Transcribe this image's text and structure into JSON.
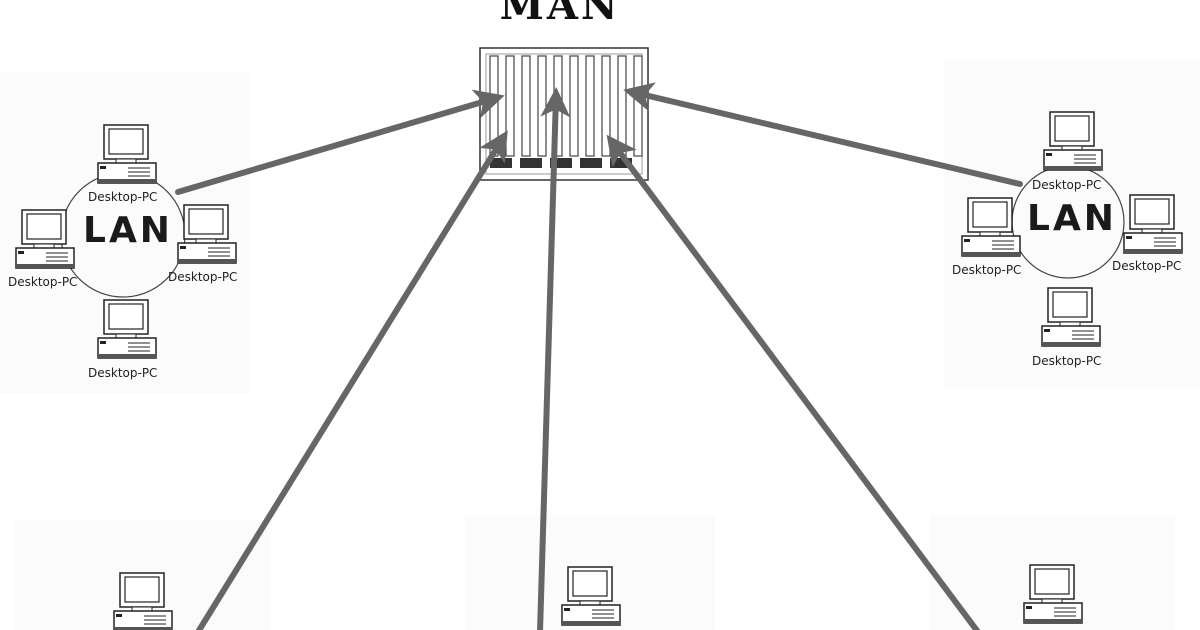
{
  "man": {
    "title": "MAN"
  },
  "lans": [
    {
      "label": "LAN",
      "pcs": [
        "Desktop-PC",
        "Desktop-PC",
        "Desktop-PC",
        "Desktop-PC"
      ]
    },
    {
      "label": "LAN",
      "pcs": [
        "Desktop-PC",
        "Desktop-PC",
        "Desktop-PC",
        "Desktop-PC"
      ]
    }
  ],
  "colors": {
    "arrow": "#666666",
    "line": "#222222",
    "background": "#ffffff"
  }
}
